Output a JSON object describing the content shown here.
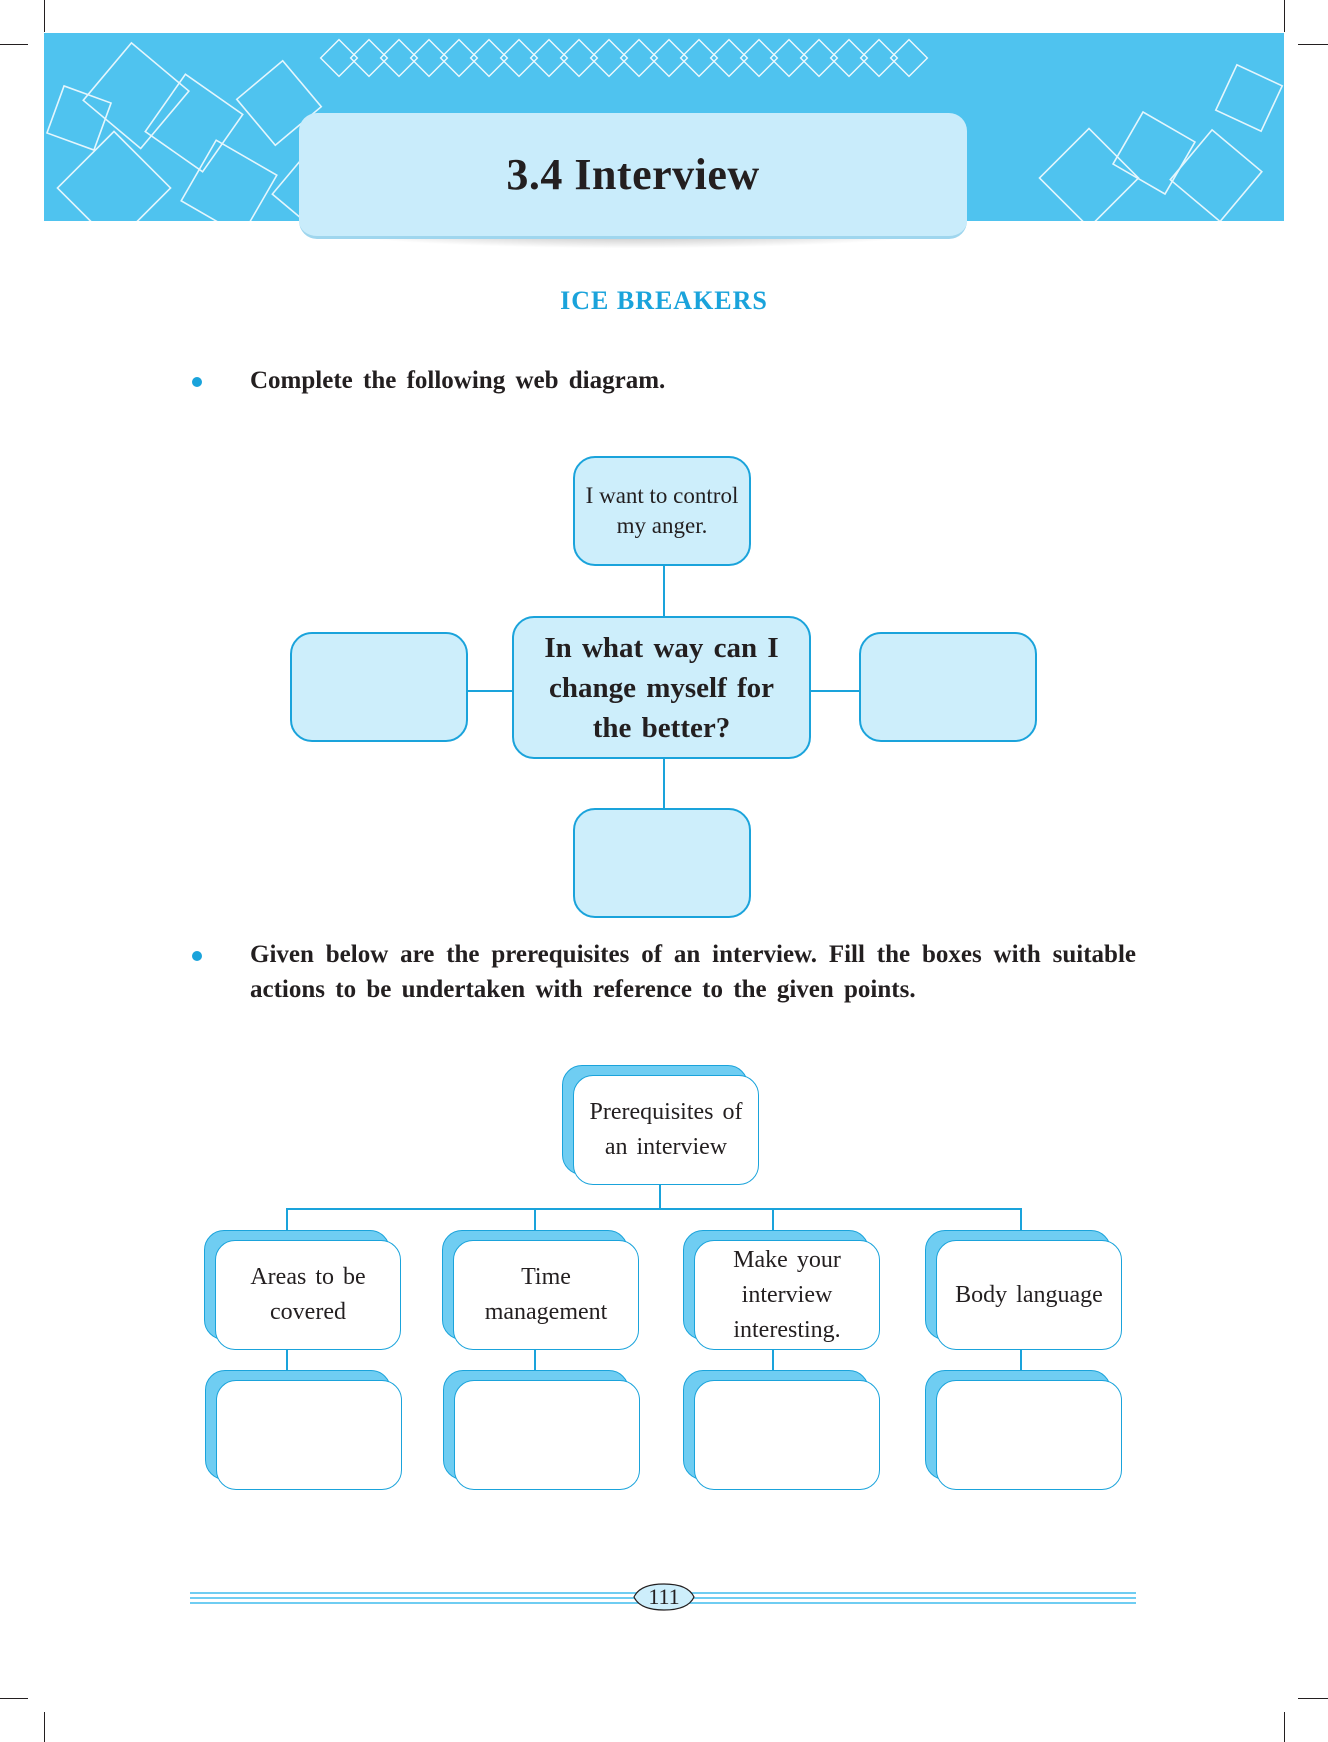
{
  "section_title": "3.4  Interview",
  "subheading": "ICE  BREAKERS",
  "instructions": [
    "Complete  the  following  web  diagram.",
    "Given  below  are  the  prerequisites  of  an  interview.  Fill  the  boxes  with suitable  actions  to  be  undertaken  with  reference  to  the  given  points."
  ],
  "web_diagram": {
    "center": "In  what  way  can I  change  myself for  the  better?",
    "top": "I  want  to control  my anger.",
    "left": "",
    "right": "",
    "bottom": ""
  },
  "prerequisites_tree": {
    "root": "Prerequisites of  an interview",
    "points": [
      {
        "label": "Areas  to  be covered",
        "answer": ""
      },
      {
        "label": "Time management",
        "answer": ""
      },
      {
        "label": "Make  your interview interesting.",
        "answer": ""
      },
      {
        "label": "Body language",
        "answer": ""
      }
    ]
  },
  "page_number": "111",
  "colors": {
    "header_band": "#4fc3ef",
    "title_box": "#c9ecfb",
    "accent": "#1aa3db",
    "node_fill": "#cdeefb",
    "stack_back": "#6fcdf2"
  }
}
